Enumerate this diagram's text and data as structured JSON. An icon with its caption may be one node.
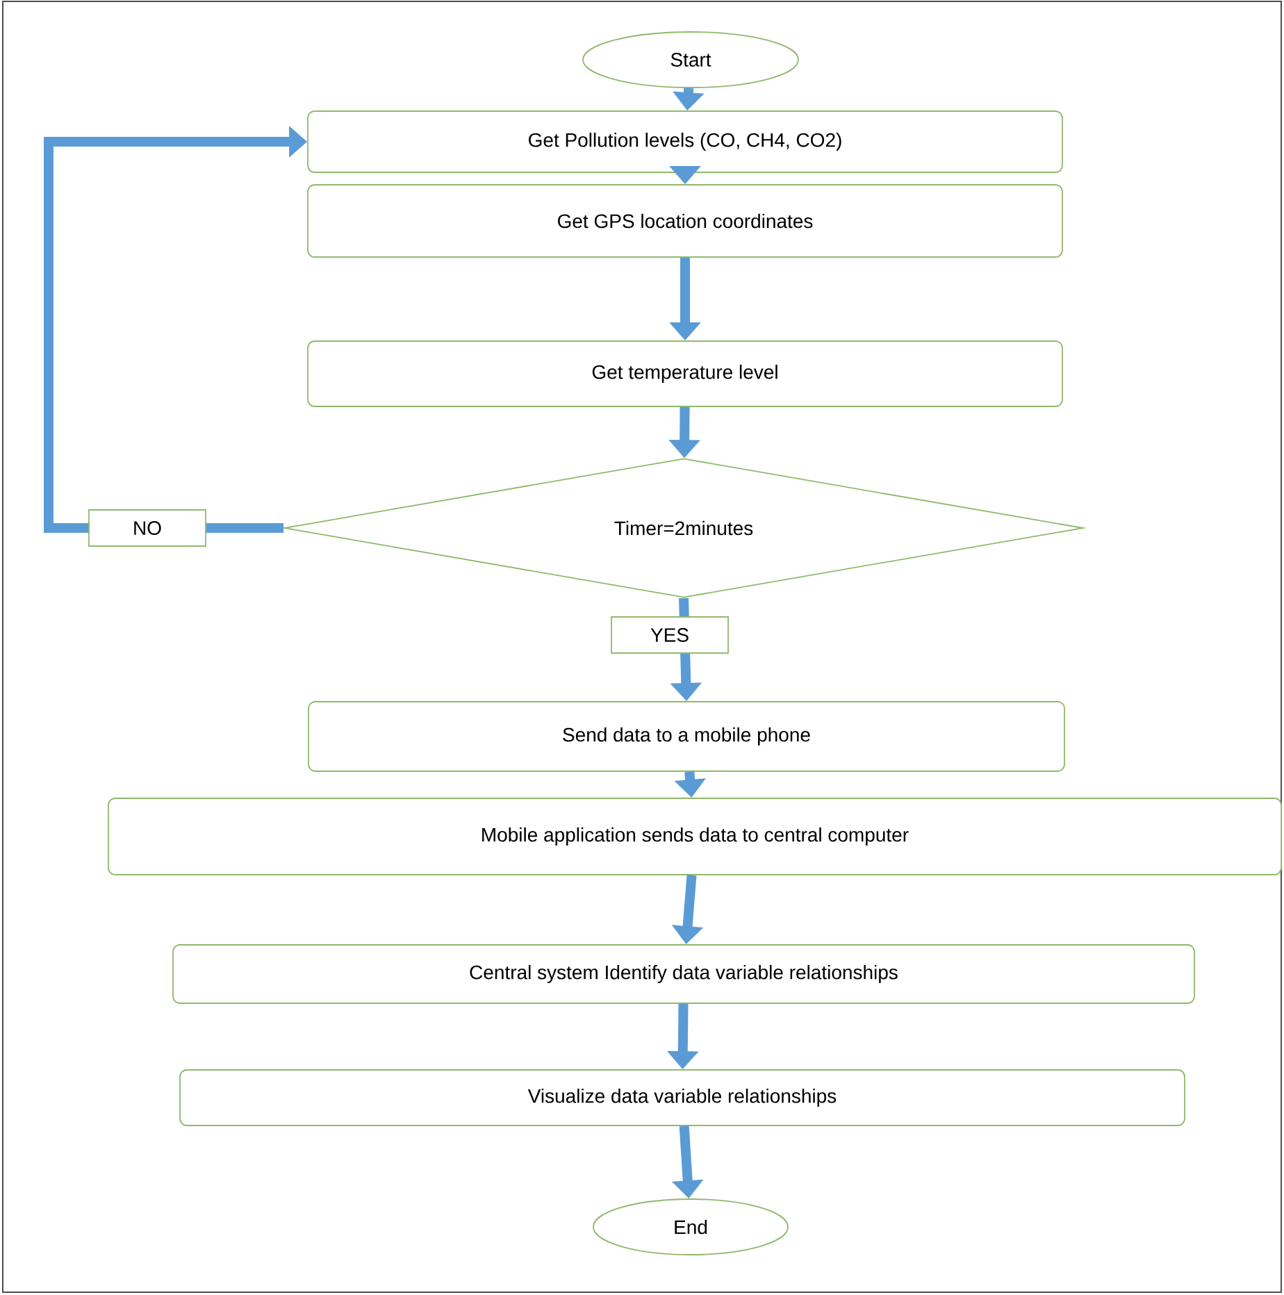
{
  "diagram": {
    "nodes": [
      {
        "text": [
          "Start"
        ]
      },
      {
        "text": [
          "Get Pollution levels (CO, CH4, CO2)"
        ]
      },
      {
        "text": [
          "Get GPS location coordinates"
        ]
      },
      {
        "text": [
          "Get temperature  level"
        ]
      },
      {
        "text": [
          "Timer=2minutes"
        ]
      },
      {
        "text": [
          "Send data to a mobile phone"
        ]
      },
      {
        "text": [
          "Mobile application sends data to central computer"
        ]
      },
      {
        "text": [
          "Central system Identify data variable relationships"
        ]
      },
      {
        "text": [
          "Visualize data variable relationships"
        ]
      },
      {
        "text": [
          "End"
        ]
      }
    ],
    "edges": [
      {
        "from": 0,
        "to": 1,
        "arrow": "to"
      },
      {
        "from": 1,
        "to": 2,
        "arrow": "to"
      },
      {
        "from": 2,
        "to": 3,
        "arrow": "to"
      },
      {
        "from": 3,
        "to": 4,
        "arrow": "to"
      },
      {
        "from": 4,
        "to": 1,
        "arrow": "to",
        "label": "NO"
      },
      {
        "from": 4,
        "to": 5,
        "arrow": "to",
        "label": "YES"
      },
      {
        "from": 5,
        "to": 6,
        "arrow": "to"
      },
      {
        "from": 6,
        "to": 7,
        "arrow": "to"
      },
      {
        "from": 7,
        "to": 8,
        "arrow": "to"
      },
      {
        "from": 8,
        "to": 9,
        "arrow": "to"
      }
    ]
  }
}
